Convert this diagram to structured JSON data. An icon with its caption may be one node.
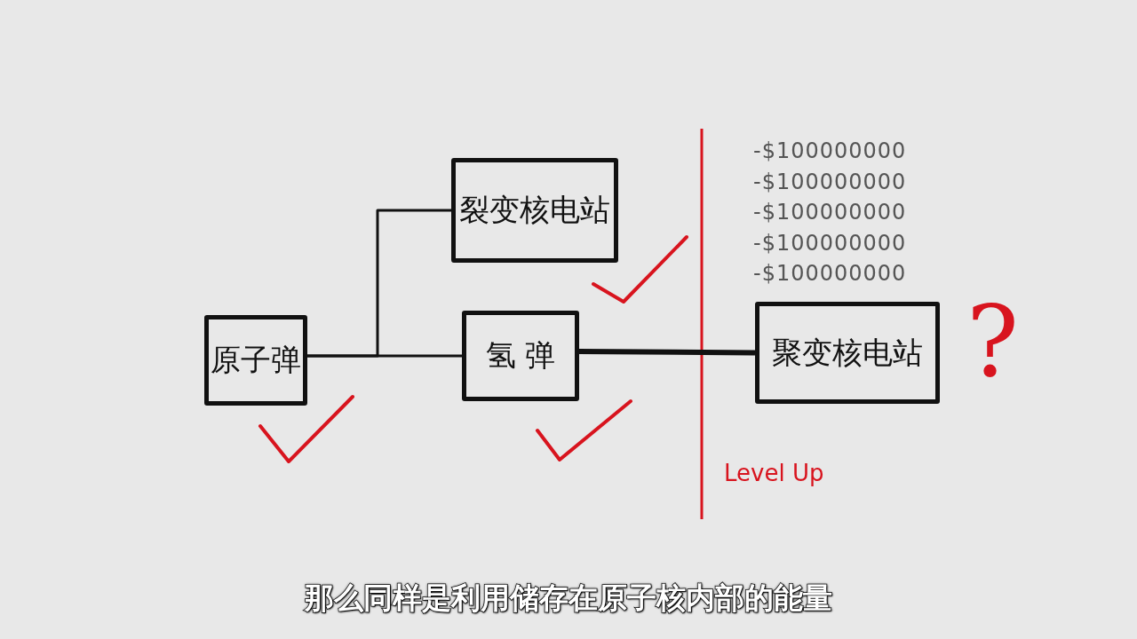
{
  "diagram": {
    "caption": "那么同样是利用储存在原子核内部的能量",
    "nodes": [
      {
        "text": [
          "原子弹"
        ]
      },
      {
        "text": [
          "裂变核电站"
        ]
      },
      {
        "text": [
          "氢 弹"
        ]
      },
      {
        "text": [
          "聚变核电站"
        ]
      }
    ],
    "edges": [
      {
        "from": 0,
        "to": 1,
        "arrow": "none"
      },
      {
        "from": 0,
        "to": 2,
        "arrow": "none"
      },
      {
        "from": 2,
        "to": 3,
        "arrow": "none",
        "style": "thick"
      }
    ],
    "labels": [
      "-$100000000",
      "-$100000000",
      "-$100000000",
      "-$100000000",
      "-$100000000",
      "?",
      "Level Up"
    ]
  }
}
